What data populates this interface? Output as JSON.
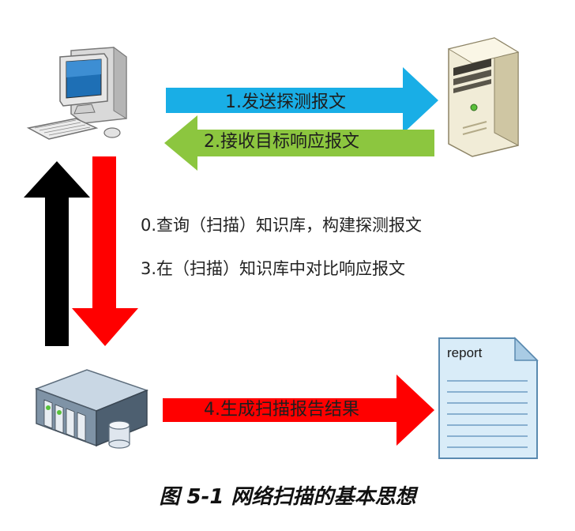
{
  "figure": {
    "caption": "图 5-1 网络扫描的基本思想"
  },
  "nodes": {
    "scanner_pc": {
      "icon": "desktop-computer-icon"
    },
    "target_server": {
      "icon": "tower-server-icon"
    },
    "knowledge_base": {
      "icon": "database-server-icon"
    },
    "report_doc": {
      "icon": "report-document-icon",
      "label": "report"
    }
  },
  "steps": {
    "send_probe": "1.发送探测报文",
    "receive_response": "2.接收目标响应报文",
    "query_kb": "0.查询（扫描）知识库，构建探测报文",
    "compare_kb": "3.在（扫描）知识库中对比响应报文",
    "generate_report": "4.生成扫描报告结果"
  },
  "colors": {
    "send_arrow": "#19aee6",
    "receive_arrow": "#8cc63f",
    "up_arrow": "#000000",
    "down_arrow": "#ff0000",
    "report_arrow": "#ff0000"
  }
}
